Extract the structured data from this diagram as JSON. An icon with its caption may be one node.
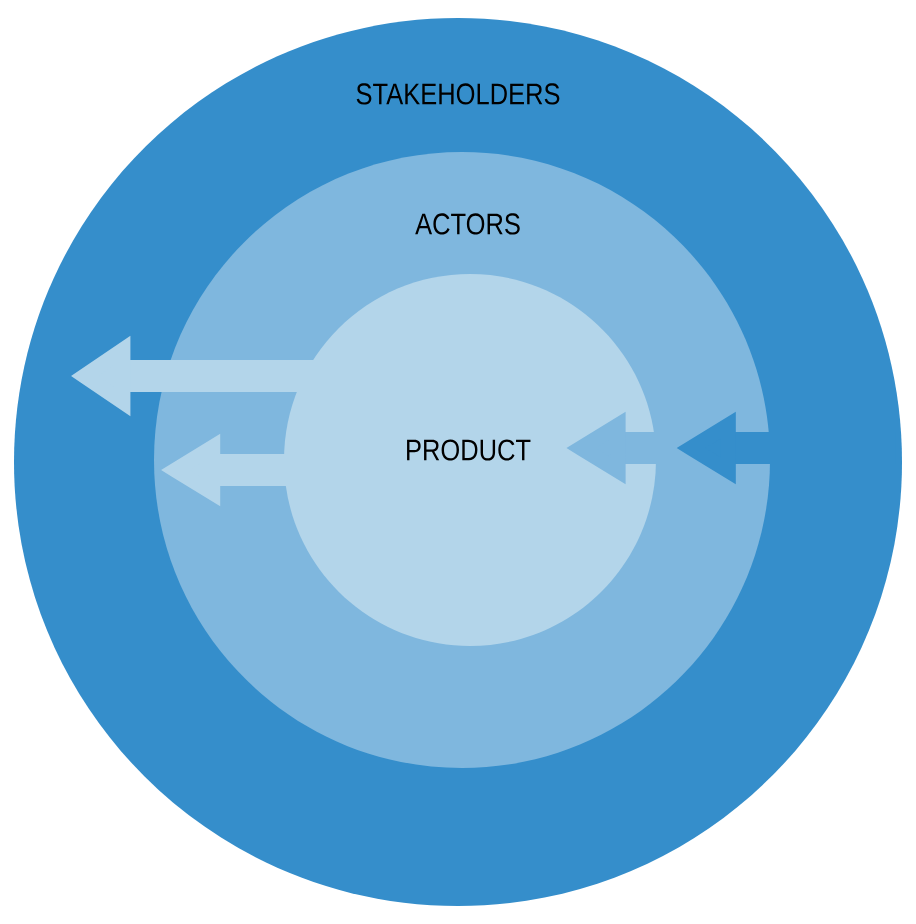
{
  "diagram": {
    "nodes": [
      {
        "text": [
          "STAKEHOLDERS"
        ]
      },
      {
        "text": [
          "ACTORS"
        ],
        "in": 0
      },
      {
        "text": [
          "PRODUCT"
        ],
        "in": 1
      }
    ],
    "edges": [
      {
        "from": 2,
        "to": 0,
        "arrow": "to",
        "color": "#b3d5ea"
      },
      {
        "from": 2,
        "to": 1,
        "arrow": "to",
        "color": "#b3d5ea"
      },
      {
        "from": 1,
        "to": 2,
        "arrow": "to",
        "color": "#7fb7de"
      },
      {
        "from": 0,
        "to": 1,
        "arrow": "to",
        "color": "#358ecb"
      }
    ]
  }
}
